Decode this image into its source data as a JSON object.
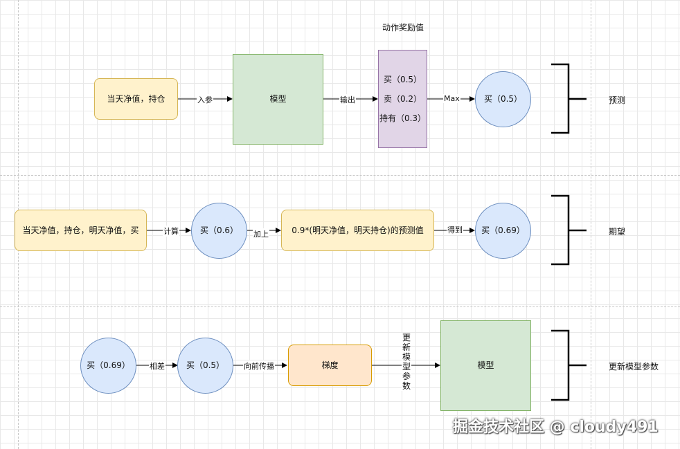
{
  "row1": {
    "title": "动作奖励值",
    "input": "当天净值，持仓",
    "edge_input": "入参",
    "model": "模型",
    "edge_output": "输出",
    "actions": [
      "买（0.5）",
      "卖（0.2）",
      "持有（0.3）"
    ],
    "edge_max": "Max",
    "result": "买（0.5）",
    "side_label": "预测"
  },
  "row2": {
    "input": "当天净值，持仓，明天净值，买",
    "edge_compute": "计算",
    "reward": "买（0.6）",
    "edge_add": "加上",
    "formula": "0.9*(明天净值，明天持仓)的预测值",
    "edge_get": "得到",
    "result": "买（0.69）",
    "side_label": "期望"
  },
  "row3": {
    "expected": "买（0.69）",
    "edge_diff": "相差",
    "predicted": "买（0.5）",
    "edge_backprop": "向前传播",
    "gradient": "梯度",
    "edge_update": "更新模型参数",
    "model": "模型",
    "side_label": "更新模型参数"
  },
  "watermark": "掘金技术社区 @ cloudy491",
  "colors": {
    "yellow_fill": "#fff2cc",
    "green_fill": "#d5e8d4",
    "purple_fill": "#e1d5e7",
    "orange_fill": "#ffe6cc",
    "blue_fill": "#dae8fc"
  }
}
